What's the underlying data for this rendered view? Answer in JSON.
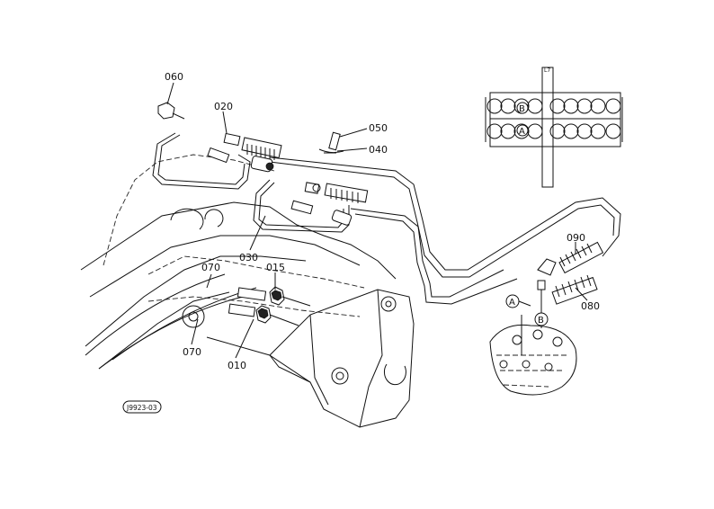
{
  "part_labels": {
    "p060": "060",
    "p020": "020",
    "p050": "050",
    "p040": "040",
    "p030": "030",
    "p070a": "070",
    "p015": "015",
    "p070b": "070",
    "p010": "010",
    "p090": "090",
    "p080": "080"
  },
  "callouts": {
    "a_top": "A",
    "b_top": "B",
    "a_valve": "A",
    "b_valve": "B",
    "bar_mark": "L7"
  },
  "figure_code": "J9923-03"
}
